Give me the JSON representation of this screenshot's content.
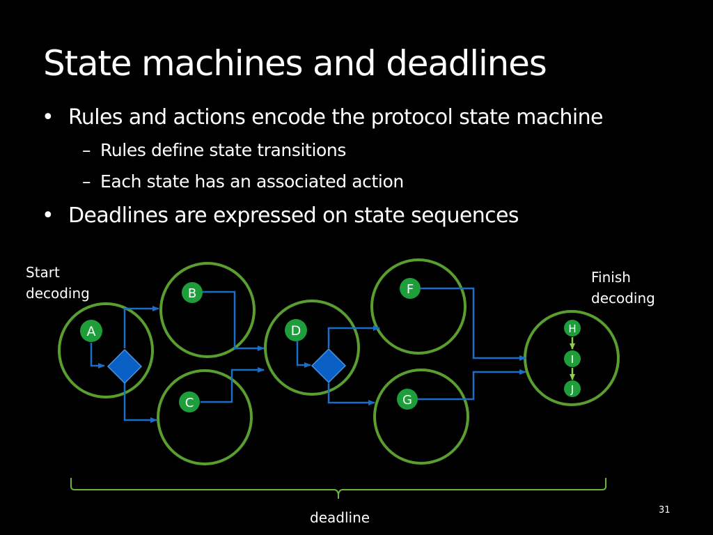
{
  "slide": {
    "title": "State machines and deadlines",
    "bullets": [
      {
        "level": 1,
        "marker": "•",
        "text": "Rules and actions encode the protocol state machine"
      },
      {
        "level": 2,
        "marker": "–",
        "text": "Rules define state transitions"
      },
      {
        "level": 2,
        "marker": "–",
        "text": "Each state has an associated action"
      },
      {
        "level": 1,
        "marker": "•",
        "text": "Deadlines are expressed on state sequences"
      }
    ],
    "page_number": "31"
  },
  "diagram": {
    "start_label": [
      "Start",
      "decoding"
    ],
    "finish_label": [
      "Finish",
      "decoding"
    ],
    "deadline_label": "deadline",
    "states": [
      "A",
      "B",
      "C",
      "D",
      "F",
      "G",
      "H",
      "I",
      "J"
    ],
    "colors": {
      "circle_stroke": "#5a9e2f",
      "state_fill": "#1e9e3a",
      "arrow": "#1a6ec8",
      "decision_fill": "#0a5fc4",
      "inner_arrow": "#8ed14a",
      "bracket": "#6bb33c"
    }
  }
}
